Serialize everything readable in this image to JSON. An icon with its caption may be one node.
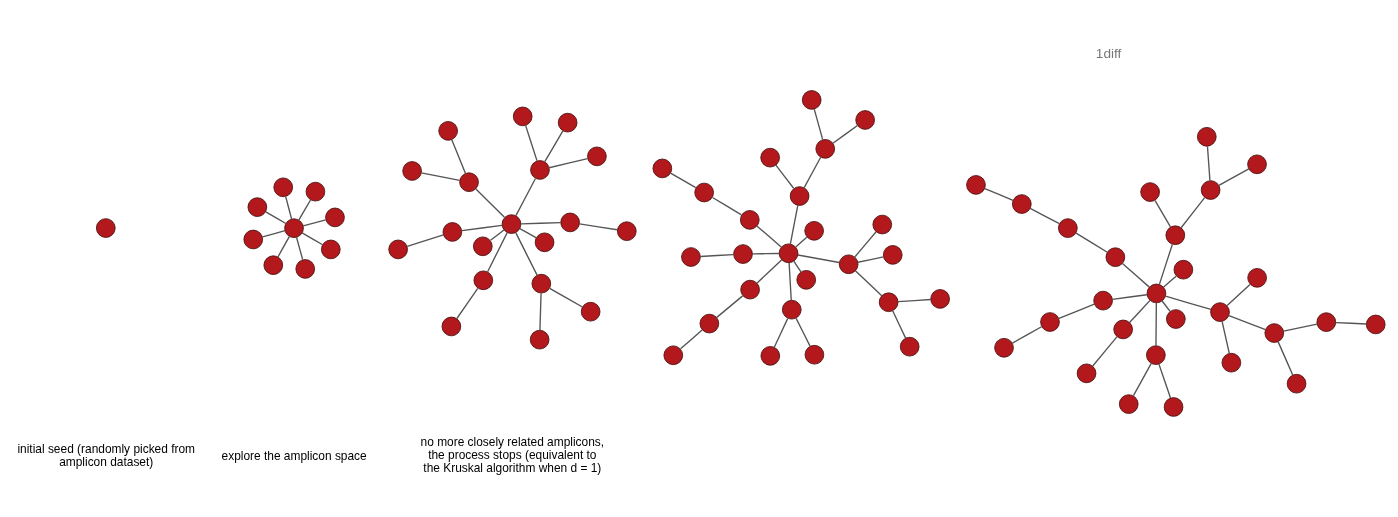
{
  "diagram": {
    "nodes": [
      {
        "text": [],
        "shape": "circle"
      },
      {
        "text": [],
        "shape": "circle"
      },
      {
        "text": [],
        "shape": "circle"
      },
      {
        "text": [],
        "shape": "circle"
      },
      {
        "text": [],
        "shape": "circle"
      },
      {
        "text": [],
        "shape": "circle"
      },
      {
        "text": [],
        "shape": "circle"
      },
      {
        "text": [],
        "shape": "circle"
      },
      {
        "text": [],
        "shape": "circle"
      },
      {
        "text": [],
        "shape": "circle"
      },
      {
        "text": [],
        "shape": "circle"
      },
      {
        "text": [],
        "shape": "circle"
      },
      {
        "text": [],
        "shape": "circle"
      },
      {
        "text": [],
        "shape": "circle"
      },
      {
        "text": [],
        "shape": "circle"
      },
      {
        "text": [],
        "shape": "circle"
      },
      {
        "text": [],
        "shape": "circle"
      },
      {
        "text": [],
        "shape": "circle"
      },
      {
        "text": [],
        "shape": "circle"
      },
      {
        "text": [],
        "shape": "circle"
      },
      {
        "text": [],
        "shape": "circle"
      },
      {
        "text": [],
        "shape": "circle"
      },
      {
        "text": [],
        "shape": "circle"
      },
      {
        "text": [],
        "shape": "circle"
      },
      {
        "text": [],
        "shape": "circle"
      },
      {
        "text": [],
        "shape": "circle"
      },
      {
        "text": [],
        "shape": "circle"
      },
      {
        "text": [],
        "shape": "circle"
      },
      {
        "text": [],
        "shape": "circle"
      },
      {
        "text": [],
        "shape": "circle"
      },
      {
        "text": [],
        "shape": "circle"
      },
      {
        "text": [],
        "shape": "circle"
      },
      {
        "text": [],
        "shape": "circle"
      },
      {
        "text": [],
        "shape": "circle"
      },
      {
        "text": [],
        "shape": "circle"
      },
      {
        "text": [],
        "shape": "circle"
      },
      {
        "text": [],
        "shape": "circle"
      },
      {
        "text": [],
        "shape": "circle"
      },
      {
        "text": [],
        "shape": "circle"
      },
      {
        "text": [],
        "shape": "circle"
      },
      {
        "text": [],
        "shape": "circle"
      },
      {
        "text": [],
        "shape": "circle"
      },
      {
        "text": [],
        "shape": "circle"
      },
      {
        "text": [],
        "shape": "circle"
      },
      {
        "text": [],
        "shape": "circle"
      },
      {
        "text": [],
        "shape": "circle"
      },
      {
        "text": [],
        "shape": "circle"
      },
      {
        "text": [],
        "shape": "circle"
      },
      {
        "text": [],
        "shape": "circle"
      },
      {
        "text": [],
        "shape": "circle"
      },
      {
        "text": [],
        "shape": "circle"
      },
      {
        "text": [],
        "shape": "circle"
      },
      {
        "text": [],
        "shape": "circle"
      },
      {
        "text": [],
        "shape": "circle"
      },
      {
        "text": [],
        "shape": "circle"
      },
      {
        "text": [],
        "shape": "circle"
      },
      {
        "text": [],
        "shape": "circle"
      },
      {
        "text": [],
        "shape": "circle"
      },
      {
        "text": [],
        "shape": "circle"
      },
      {
        "text": [],
        "shape": "circle"
      },
      {
        "text": [],
        "shape": "circle"
      },
      {
        "text": [],
        "shape": "circle"
      },
      {
        "text": [],
        "shape": "circle"
      },
      {
        "text": [],
        "shape": "circle"
      },
      {
        "text": [],
        "shape": "circle"
      },
      {
        "text": [],
        "shape": "circle"
      },
      {
        "text": [],
        "shape": "circle"
      },
      {
        "text": [],
        "shape": "circle"
      },
      {
        "text": [],
        "shape": "circle"
      },
      {
        "text": [],
        "shape": "circle"
      },
      {
        "text": [],
        "shape": "circle"
      },
      {
        "text": [],
        "shape": "circle"
      },
      {
        "text": [],
        "shape": "circle"
      },
      {
        "text": [],
        "shape": "circle"
      },
      {
        "text": [],
        "shape": "circle"
      },
      {
        "text": [],
        "shape": "circle"
      },
      {
        "text": [],
        "shape": "circle"
      },
      {
        "text": [],
        "shape": "circle"
      },
      {
        "text": [],
        "shape": "circle"
      },
      {
        "text": [],
        "shape": "circle"
      },
      {
        "text": [],
        "shape": "circle"
      }
    ],
    "edges": [
      {
        "from": 1,
        "to": 2,
        "arrow": "none"
      },
      {
        "from": 1,
        "to": 3,
        "arrow": "none"
      },
      {
        "from": 1,
        "to": 4,
        "arrow": "none"
      },
      {
        "from": 1,
        "to": 5,
        "arrow": "none"
      },
      {
        "from": 1,
        "to": 6,
        "arrow": "none"
      },
      {
        "from": 1,
        "to": 7,
        "arrow": "none"
      },
      {
        "from": 1,
        "to": 8,
        "arrow": "none"
      },
      {
        "from": 1,
        "to": 9,
        "arrow": "none"
      },
      {
        "from": 10,
        "to": 11,
        "arrow": "none"
      },
      {
        "from": 10,
        "to": 12,
        "arrow": "none"
      },
      {
        "from": 10,
        "to": 13,
        "arrow": "none"
      },
      {
        "from": 10,
        "to": 14,
        "arrow": "none"
      },
      {
        "from": 10,
        "to": 15,
        "arrow": "none"
      },
      {
        "from": 10,
        "to": 16,
        "arrow": "none"
      },
      {
        "from": 10,
        "to": 17,
        "arrow": "none"
      },
      {
        "from": 10,
        "to": 18,
        "arrow": "none"
      },
      {
        "from": 11,
        "to": 19,
        "arrow": "none"
      },
      {
        "from": 11,
        "to": 20,
        "arrow": "none"
      },
      {
        "from": 13,
        "to": 21,
        "arrow": "none"
      },
      {
        "from": 14,
        "to": 22,
        "arrow": "none"
      },
      {
        "from": 14,
        "to": 23,
        "arrow": "none"
      },
      {
        "from": 14,
        "to": 24,
        "arrow": "none"
      },
      {
        "from": 15,
        "to": 25,
        "arrow": "none"
      },
      {
        "from": 16,
        "to": 26,
        "arrow": "none"
      },
      {
        "from": 18,
        "to": 27,
        "arrow": "none"
      },
      {
        "from": 18,
        "to": 28,
        "arrow": "none"
      },
      {
        "from": 29,
        "to": 30,
        "arrow": "none"
      },
      {
        "from": 29,
        "to": 31,
        "arrow": "none"
      },
      {
        "from": 29,
        "to": 32,
        "arrow": "none"
      },
      {
        "from": 29,
        "to": 33,
        "arrow": "none"
      },
      {
        "from": 29,
        "to": 34,
        "arrow": "none"
      },
      {
        "from": 29,
        "to": 35,
        "arrow": "none"
      },
      {
        "from": 29,
        "to": 36,
        "arrow": "none"
      },
      {
        "from": 29,
        "to": 37,
        "arrow": "none"
      },
      {
        "from": 30,
        "to": 38,
        "arrow": "none"
      },
      {
        "from": 30,
        "to": 39,
        "arrow": "none"
      },
      {
        "from": 32,
        "to": 40,
        "arrow": "none"
      },
      {
        "from": 33,
        "to": 41,
        "arrow": "none"
      },
      {
        "from": 33,
        "to": 42,
        "arrow": "none"
      },
      {
        "from": 33,
        "to": 43,
        "arrow": "none"
      },
      {
        "from": 42,
        "to": 44,
        "arrow": "none"
      },
      {
        "from": 42,
        "to": 45,
        "arrow": "none"
      },
      {
        "from": 34,
        "to": 46,
        "arrow": "none"
      },
      {
        "from": 46,
        "to": 47,
        "arrow": "none"
      },
      {
        "from": 35,
        "to": 48,
        "arrow": "none"
      },
      {
        "from": 48,
        "to": 49,
        "arrow": "none"
      },
      {
        "from": 37,
        "to": 50,
        "arrow": "none"
      },
      {
        "from": 37,
        "to": 51,
        "arrow": "none"
      },
      {
        "from": 51,
        "to": 52,
        "arrow": "none"
      },
      {
        "from": 51,
        "to": 53,
        "arrow": "none"
      },
      {
        "from": 54,
        "to": 55,
        "arrow": "none"
      },
      {
        "from": 54,
        "to": 56,
        "arrow": "none"
      },
      {
        "from": 54,
        "to": 57,
        "arrow": "none"
      },
      {
        "from": 54,
        "to": 58,
        "arrow": "none"
      },
      {
        "from": 54,
        "to": 59,
        "arrow": "none"
      },
      {
        "from": 54,
        "to": 60,
        "arrow": "none"
      },
      {
        "from": 54,
        "to": 61,
        "arrow": "none"
      },
      {
        "from": 54,
        "to": 62,
        "arrow": "none"
      },
      {
        "from": 55,
        "to": 63,
        "arrow": "none"
      },
      {
        "from": 55,
        "to": 64,
        "arrow": "none"
      },
      {
        "from": 57,
        "to": 65,
        "arrow": "none"
      },
      {
        "from": 58,
        "to": 66,
        "arrow": "none"
      },
      {
        "from": 58,
        "to": 67,
        "arrow": "none"
      },
      {
        "from": 58,
        "to": 68,
        "arrow": "none"
      },
      {
        "from": 67,
        "to": 69,
        "arrow": "none"
      },
      {
        "from": 67,
        "to": 70,
        "arrow": "none"
      },
      {
        "from": 70,
        "to": 71,
        "arrow": "none"
      },
      {
        "from": 59,
        "to": 72,
        "arrow": "none"
      },
      {
        "from": 72,
        "to": 73,
        "arrow": "none"
      },
      {
        "from": 73,
        "to": 74,
        "arrow": "none"
      },
      {
        "from": 60,
        "to": 75,
        "arrow": "none"
      },
      {
        "from": 75,
        "to": 76,
        "arrow": "none"
      },
      {
        "from": 62,
        "to": 77,
        "arrow": "none"
      },
      {
        "from": 62,
        "to": 78,
        "arrow": "none"
      },
      {
        "from": 78,
        "to": 79,
        "arrow": "none"
      },
      {
        "from": 78,
        "to": 80,
        "arrow": "none"
      }
    ],
    "labels": [
      "1diff",
      "initial seed (randomly picked from amplicon dataset)",
      "explore the amplicon space",
      "no more closely related amplicons, the process stops (equivalent to the Kruskal algorithm when d = 1)"
    ]
  }
}
